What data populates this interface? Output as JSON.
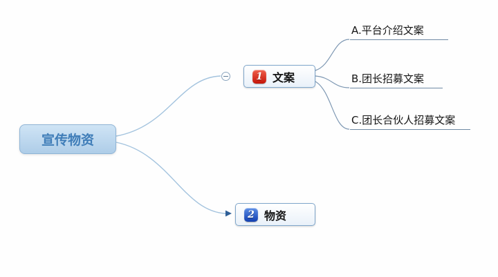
{
  "root": {
    "label": "宣传物资"
  },
  "branches": [
    {
      "label": "文案",
      "badge": "1",
      "badge_color": "#c41407"
    },
    {
      "label": "物资",
      "badge": "2",
      "badge_color": "#123fb0"
    }
  ],
  "subtopics": [
    {
      "label": "A.平台介绍文案"
    },
    {
      "label": "B.团长招募文案"
    },
    {
      "label": "C.团长合伙人招募文案"
    }
  ],
  "colors": {
    "root_fill": "#bcd6ec",
    "root_text": "#3f7db8",
    "branch_border": "#7fa6cb",
    "line_main": "#a3c3de",
    "line_sub": "#7e98b3"
  }
}
